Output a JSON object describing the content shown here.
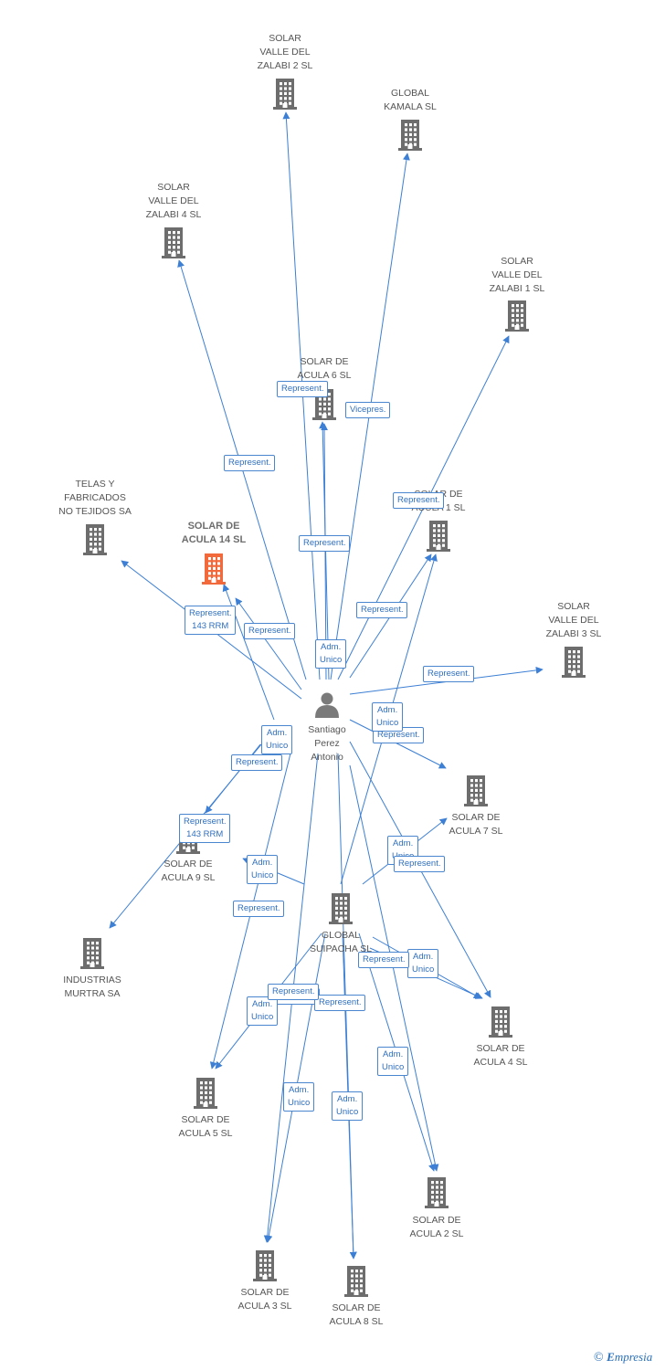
{
  "colors": {
    "edge": "#3c7fd4",
    "building": "#6d6d6d",
    "focus": "#f26a3c",
    "person": "#7a7a7a"
  },
  "person": {
    "id": "santiago",
    "lines": [
      "Santiago",
      "Perez",
      "Antonio"
    ],
    "icon": "person-icon"
  },
  "nodes": [
    {
      "id": "svz2",
      "lines": [
        "SOLAR",
        "VALLE DEL",
        "ZALABI 2 SL"
      ]
    },
    {
      "id": "kamala",
      "lines": [
        "GLOBAL",
        "KAMALA SL"
      ]
    },
    {
      "id": "svz4",
      "lines": [
        "SOLAR",
        "VALLE DEL",
        "ZALABI 4 SL"
      ]
    },
    {
      "id": "svz1",
      "lines": [
        "SOLAR",
        "VALLE DEL",
        "ZALABI 1 SL"
      ]
    },
    {
      "id": "sda6",
      "lines": [
        "SOLAR DE",
        "ACULA 6 SL"
      ]
    },
    {
      "id": "telas",
      "lines": [
        "TELAS Y",
        "FABRICADOS",
        "NO TEJIDOS SA"
      ]
    },
    {
      "id": "sda14",
      "lines": [
        "SOLAR DE",
        "ACULA 14 SL"
      ],
      "focus": true
    },
    {
      "id": "sdax",
      "lines": [
        "SOLAR DE",
        "ACULA 1 SL"
      ]
    },
    {
      "id": "svz3",
      "lines": [
        "SOLAR",
        "VALLE DEL",
        "ZALABI 3 SL"
      ]
    },
    {
      "id": "sda7",
      "lines": [
        "SOLAR DE",
        "ACULA 7 SL"
      ]
    },
    {
      "id": "sda9",
      "lines": [
        "SOLAR DE",
        "ACULA 9 SL"
      ]
    },
    {
      "id": "suipacha",
      "lines": [
        "GLOBAL",
        "SUIPACHA SL"
      ]
    },
    {
      "id": "murtra",
      "lines": [
        "INDUSTRIAS",
        "MURTRA SA"
      ]
    },
    {
      "id": "sda4",
      "lines": [
        "SOLAR DE",
        "ACULA 4 SL"
      ]
    },
    {
      "id": "sda5",
      "lines": [
        "SOLAR DE",
        "ACULA 5 SL"
      ]
    },
    {
      "id": "sda2",
      "lines": [
        "SOLAR DE",
        "ACULA 2 SL"
      ]
    },
    {
      "id": "sda3",
      "lines": [
        "SOLAR DE",
        "ACULA 3 SL"
      ]
    },
    {
      "id": "sda8",
      "lines": [
        "SOLAR DE",
        "ACULA 8 SL"
      ]
    }
  ],
  "edges": [
    {
      "from": "santiago",
      "to": "svz2",
      "lines": [
        "Represent."
      ]
    },
    {
      "from": "santiago",
      "to": "kamala",
      "lines": [
        "Vicepres."
      ]
    },
    {
      "from": "santiago",
      "to": "svz4",
      "lines": [
        "Represent."
      ]
    },
    {
      "from": "santiago",
      "to": "svz1",
      "lines": [
        "Represent."
      ]
    },
    {
      "from": "santiago",
      "to": "sda6",
      "lines": [
        "Represent."
      ]
    },
    {
      "from": "santiago",
      "to": "telas",
      "lines": [
        "Represent.",
        "143 RRM"
      ]
    },
    {
      "from": "santiago",
      "to": "sda14",
      "lines": [
        "Represent."
      ]
    },
    {
      "from": "santiago",
      "to": "sdax",
      "lines": [
        "Represent."
      ]
    },
    {
      "from": "santiago",
      "to": "sda6",
      "lines": [
        "Adm.",
        "Unico"
      ]
    },
    {
      "from": "santiago",
      "to": "svz3",
      "lines": [
        "Represent."
      ]
    },
    {
      "from": "santiago",
      "to": "sda7",
      "lines": [
        "Represent."
      ]
    },
    {
      "from": "santiago",
      "to": "sda14",
      "lines": [
        "Adm.",
        "Unico"
      ]
    },
    {
      "from": "santiago",
      "to": "murtra",
      "lines": [
        "Represent.",
        "143 RRM"
      ]
    },
    {
      "from": "santiago",
      "to": "sda9",
      "lines": [
        "Represent."
      ]
    },
    {
      "from": "santiago",
      "to": "sda4",
      "lines": [
        "Adm.",
        "Unico"
      ]
    },
    {
      "from": "santiago",
      "to": "sda5",
      "lines": [
        "Represent."
      ]
    },
    {
      "from": "santiago",
      "to": "sda3",
      "lines": [
        "Represent."
      ]
    },
    {
      "from": "santiago",
      "to": "sda8",
      "lines": [
        "Represent."
      ]
    },
    {
      "from": "suipacha",
      "to": "sda9",
      "lines": [
        "Adm.",
        "Unico"
      ]
    },
    {
      "from": "suipacha",
      "to": "sda7",
      "lines": [
        "Adm.",
        "Unico"
      ]
    },
    {
      "from": "suipacha",
      "to": "sdax",
      "lines": [
        "Represent."
      ]
    },
    {
      "from": "suipacha",
      "to": "sda4",
      "lines": [
        "Adm.",
        "Unico"
      ]
    },
    {
      "from": "suipacha",
      "to": "sda5",
      "lines": [
        "Adm.",
        "Unico"
      ]
    },
    {
      "from": "suipacha",
      "to": "sda3",
      "lines": [
        "Adm.",
        "Unico"
      ]
    },
    {
      "from": "suipacha",
      "to": "sda8",
      "lines": [
        "Adm.",
        "Unico"
      ]
    },
    {
      "from": "suipacha",
      "to": "sda2",
      "lines": [
        "Adm.",
        "Unico"
      ]
    },
    {
      "from": "suipacha",
      "to": "sda4",
      "lines": [
        "Represent."
      ]
    },
    {
      "from": "santiago",
      "to": "sda2",
      "lines": [
        "Represent."
      ]
    }
  ],
  "copyright": {
    "symbol": "©",
    "brand_initial": "E",
    "brand_rest": "mpresia"
  }
}
